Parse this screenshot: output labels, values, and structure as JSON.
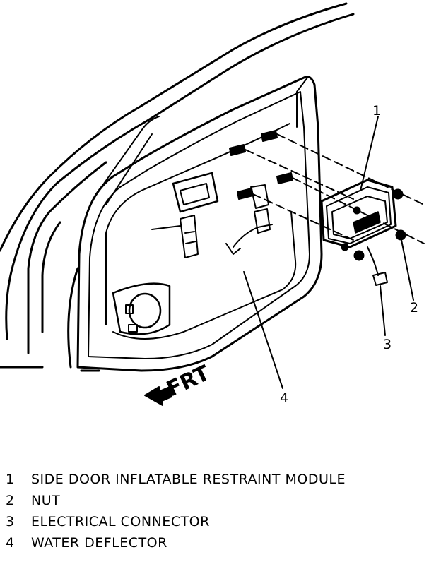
{
  "diagram": {
    "direction_label": "FRT",
    "callouts": [
      "1",
      "2",
      "3",
      "4"
    ]
  },
  "legend": [
    {
      "num": "1",
      "text": "SIDE DOOR INFLATABLE RESTRAINT MODULE"
    },
    {
      "num": "2",
      "text": "NUT"
    },
    {
      "num": "3",
      "text": "ELECTRICAL CONNECTOR"
    },
    {
      "num": "4",
      "text": "WATER DEFLECTOR"
    }
  ]
}
